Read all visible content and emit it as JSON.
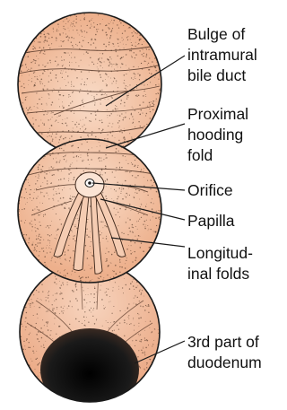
{
  "diagram": {
    "colors": {
      "tissue": "#F0B898",
      "tissue_light": "#F8D8C4",
      "outline": "#1a1a1a",
      "lumen": "#111111",
      "stipple": "#3a2418"
    },
    "labels": {
      "bulge": [
        "Bulge of",
        "intramural",
        "bile duct"
      ],
      "hooding": [
        "Proximal",
        "hooding",
        "fold"
      ],
      "orifice": [
        "Orifice"
      ],
      "papilla": [
        "Papilla"
      ],
      "longitudinal": [
        "Longitud-",
        "inal folds"
      ],
      "third_part": [
        "3rd part of",
        "duodenum"
      ]
    }
  }
}
